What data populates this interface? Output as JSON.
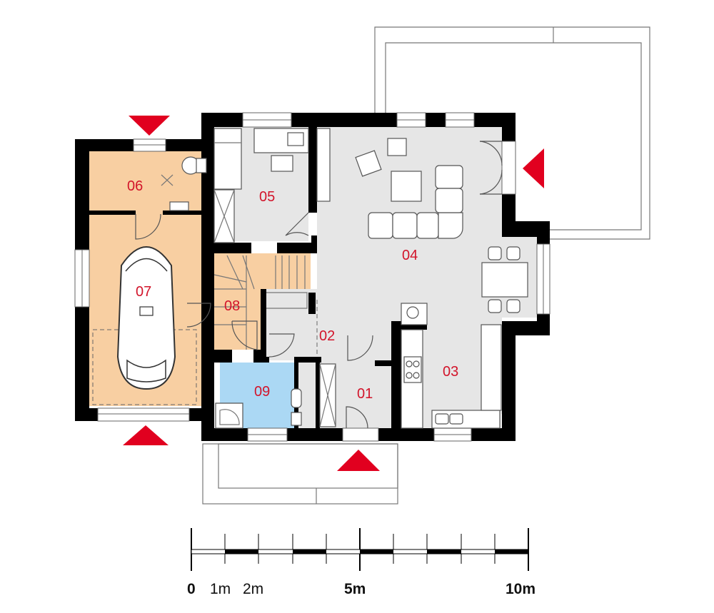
{
  "rooms": [
    {
      "id": "01",
      "label": "01"
    },
    {
      "id": "02",
      "label": "02"
    },
    {
      "id": "03",
      "label": "03"
    },
    {
      "id": "04",
      "label": "04"
    },
    {
      "id": "05",
      "label": "05"
    },
    {
      "id": "06",
      "label": "06"
    },
    {
      "id": "07",
      "label": "07"
    },
    {
      "id": "08",
      "label": "08"
    },
    {
      "id": "09",
      "label": "09"
    }
  ],
  "scale_bar": {
    "labels": {
      "zero": "0",
      "one": "1m",
      "two": "2m",
      "five": "5m",
      "ten": "10m"
    }
  },
  "colors": {
    "wall": "#000000",
    "floor_grey": "#e6e6e6",
    "floor_orange": "#f8cfa2",
    "floor_blue": "#abd8f4",
    "label_red": "#d2142a",
    "entry_arrow": "#e1001f"
  },
  "entry_arrows": 4
}
